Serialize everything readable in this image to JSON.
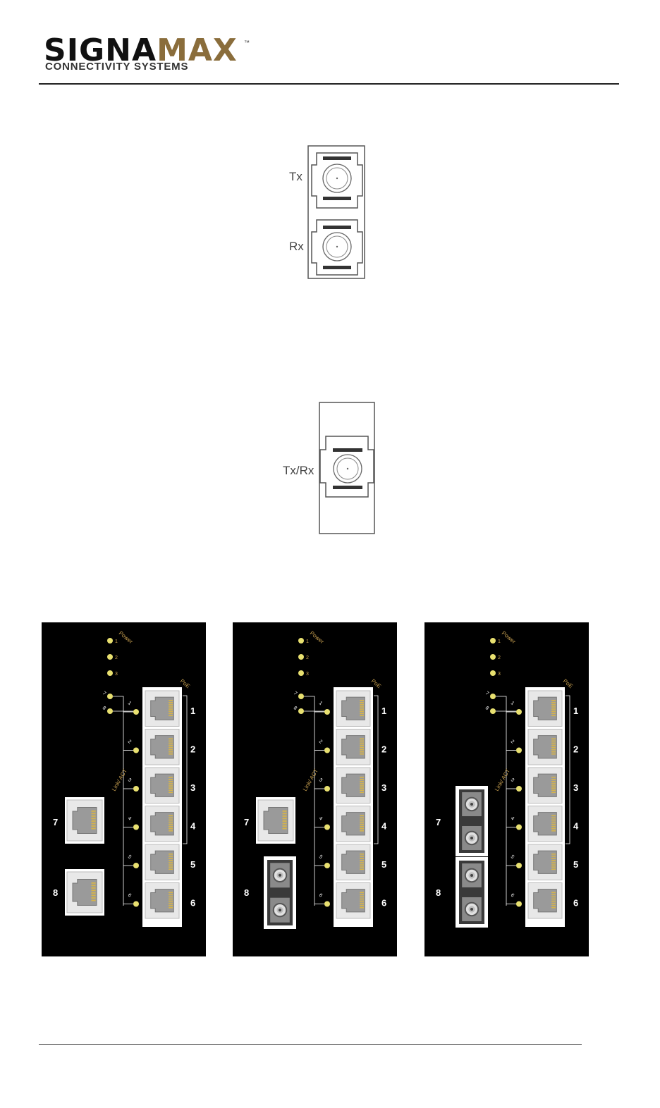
{
  "logo": {
    "brand_dark": "SIGNA",
    "brand_gold": "MAX",
    "trademark": "™",
    "tagline": "CONNECTIVITY SYSTEMS"
  },
  "figure_sc_dual": {
    "tx_label": "Tx",
    "rx_label": "Rx"
  },
  "figure_sc_single": {
    "label": "Tx/Rx"
  },
  "panels": {
    "power_label": "Power",
    "power_leds": [
      "1",
      "2",
      "3"
    ],
    "poe_label": "PoE",
    "link_act_label": "Link/ ACT",
    "uplink_leds": [
      "7",
      "8"
    ],
    "port_led_labels": [
      "1",
      "2",
      "3",
      "4",
      "5",
      "6"
    ],
    "port_numbers": [
      "1",
      "2",
      "3",
      "4",
      "5",
      "6"
    ],
    "uplink_numbers": [
      "7",
      "8"
    ],
    "variants": [
      {
        "port7": "rj45",
        "port8": "rj45"
      },
      {
        "port7": "rj45",
        "port8": "fiber"
      },
      {
        "port7": "fiber",
        "port8": "fiber"
      }
    ]
  },
  "colors": {
    "led": "#e8e070",
    "led_label": "#c8a050",
    "panel_bg": "#000000",
    "brand_gold": "#8a6d3b"
  }
}
